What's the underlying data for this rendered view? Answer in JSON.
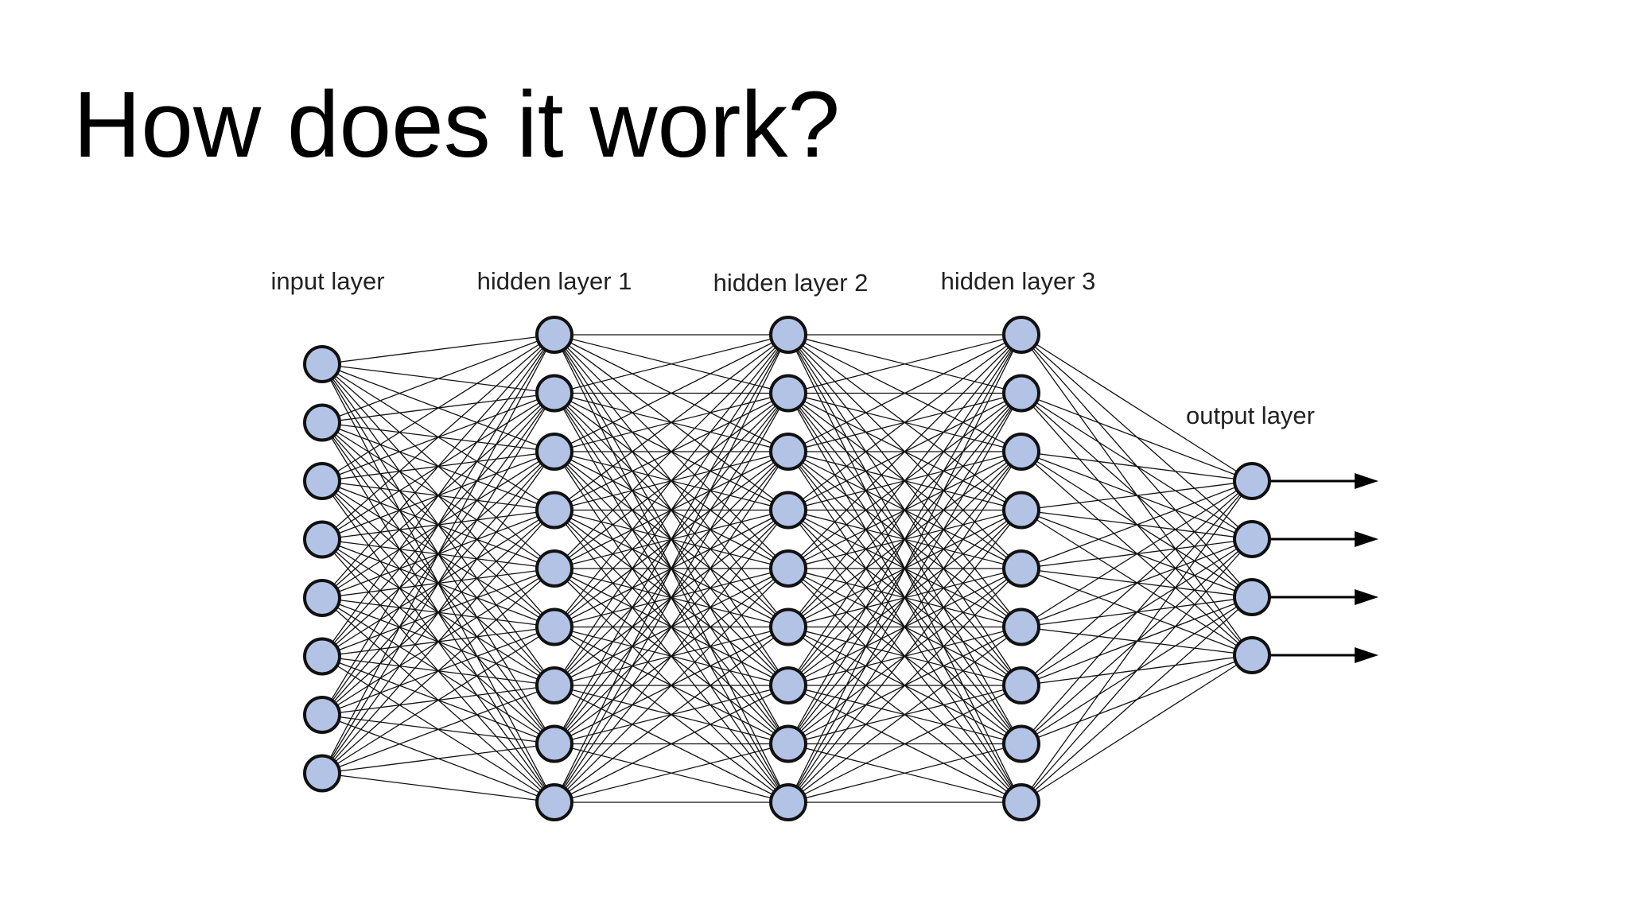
{
  "slide": {
    "title": "How does it work?"
  },
  "network": {
    "layers": [
      {
        "label": "input layer",
        "neurons": 8
      },
      {
        "label": "hidden layer 1",
        "neurons": 9
      },
      {
        "label": "hidden layer 2",
        "neurons": 9
      },
      {
        "label": "hidden layer 3",
        "neurons": 9
      },
      {
        "label": "output layer",
        "neurons": 4
      }
    ],
    "connectivity": "fully-connected",
    "output_arrows": 4,
    "colors": {
      "node_fill": "#b3c3e6",
      "node_stroke": "#111111",
      "edge": "#111111",
      "text": "#222222"
    }
  }
}
